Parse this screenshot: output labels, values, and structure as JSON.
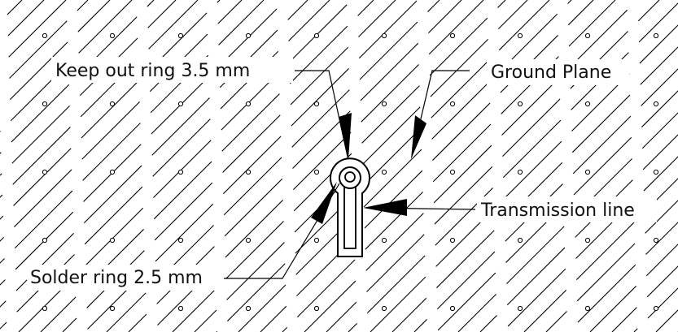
{
  "colors": {
    "background": "#ffffff",
    "hatch": "#000000",
    "via": "#000000",
    "annotation": "#000000"
  },
  "labels": {
    "keep_out": "Keep out ring 3.5 mm",
    "ground_plane": "Ground Plane",
    "transmission_line": "Transmission line",
    "solder_ring": "Solder ring 2.5 mm"
  }
}
